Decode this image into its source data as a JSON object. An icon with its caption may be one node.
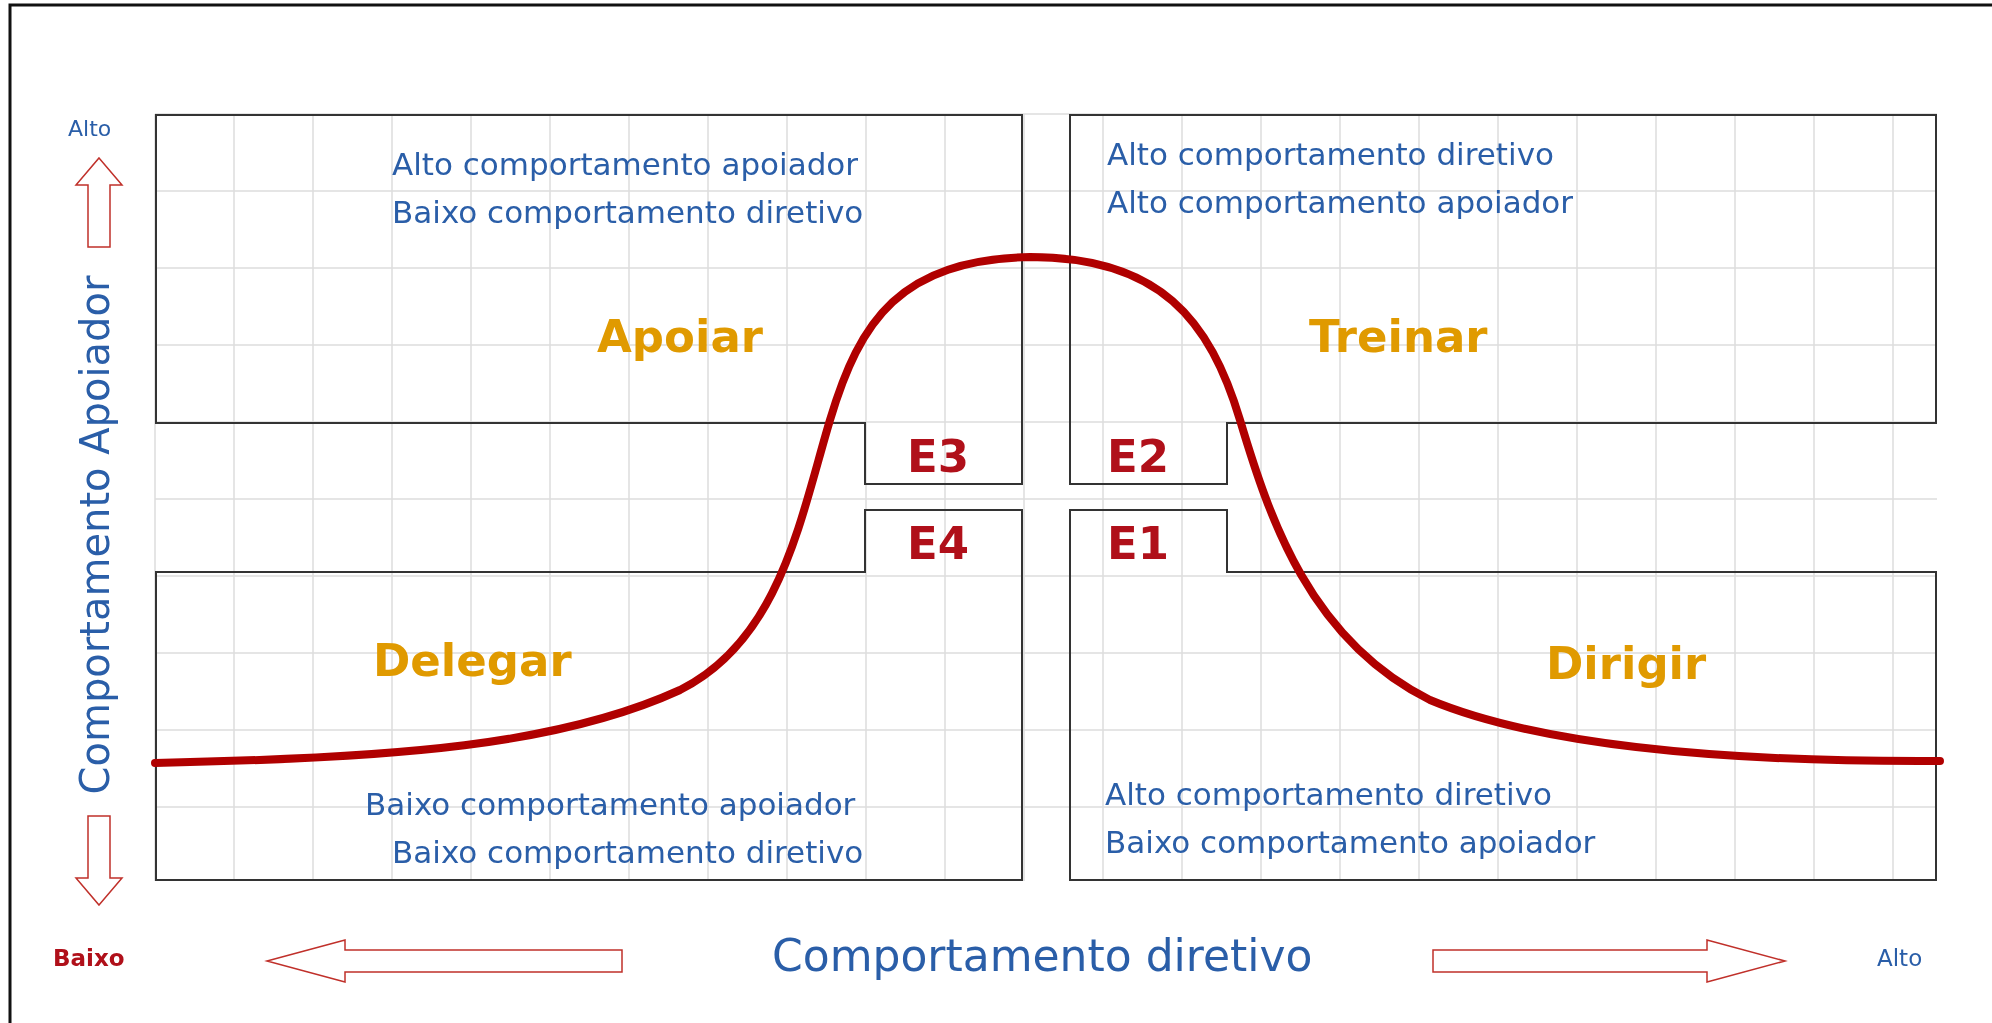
{
  "diagram": {
    "nodes": [
      {
        "text": [
          "Alto comportamento apoiador",
          "Baixo comportamento diretivo",
          "Apoiar",
          "E3"
        ]
      },
      {
        "text": [
          "Alto comportamento diretivo",
          "Alto comportamento apoiador",
          "Treinar",
          "E2"
        ]
      },
      {
        "text": [
          "E4",
          "Delegar",
          "Baixo comportamento apoiador",
          "Baixo comportamento diretivo"
        ]
      },
      {
        "text": [
          "E1",
          "Dirigir",
          "Alto comportamento diretivo",
          "Baixo comportamento apoiador"
        ]
      }
    ],
    "labels": [
      "Alto",
      "Comportamento Apoiador",
      "Baixo",
      "Comportamento diretivo",
      "Alto"
    ]
  }
}
